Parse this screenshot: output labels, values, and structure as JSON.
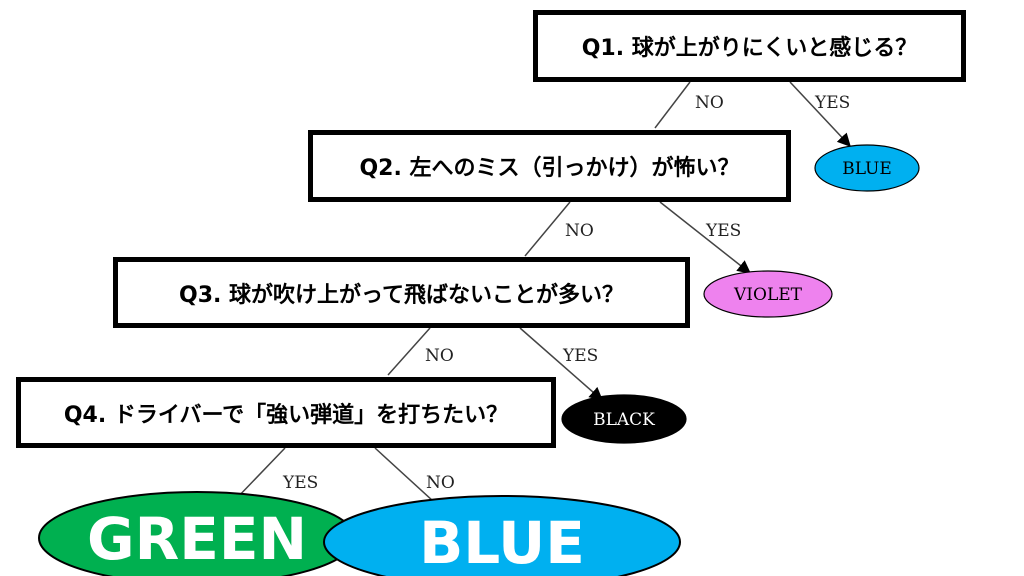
{
  "questions": {
    "q1": "Q1. 球が上がりにくいと感じる？",
    "q2": "Q2. 左へのミス（引っかけ）が怖い？",
    "q3": "Q3. 球が吹け上がって飛ばないことが多い？",
    "q4": "Q4. ドライバーで「強い弾道」を打ちたい？"
  },
  "edges": {
    "yes": "YES",
    "no": "NO"
  },
  "results": {
    "q1_yes": "BLUE",
    "q2_yes": "VIOLET",
    "q3_yes": "BLACK",
    "q4_yes": "GREEN",
    "q4_no": "BLUE"
  },
  "colors": {
    "blue": "#00b0f0",
    "violet": "#ee82ee",
    "black": "#000000",
    "green": "#00b050",
    "edge": "#444444"
  }
}
